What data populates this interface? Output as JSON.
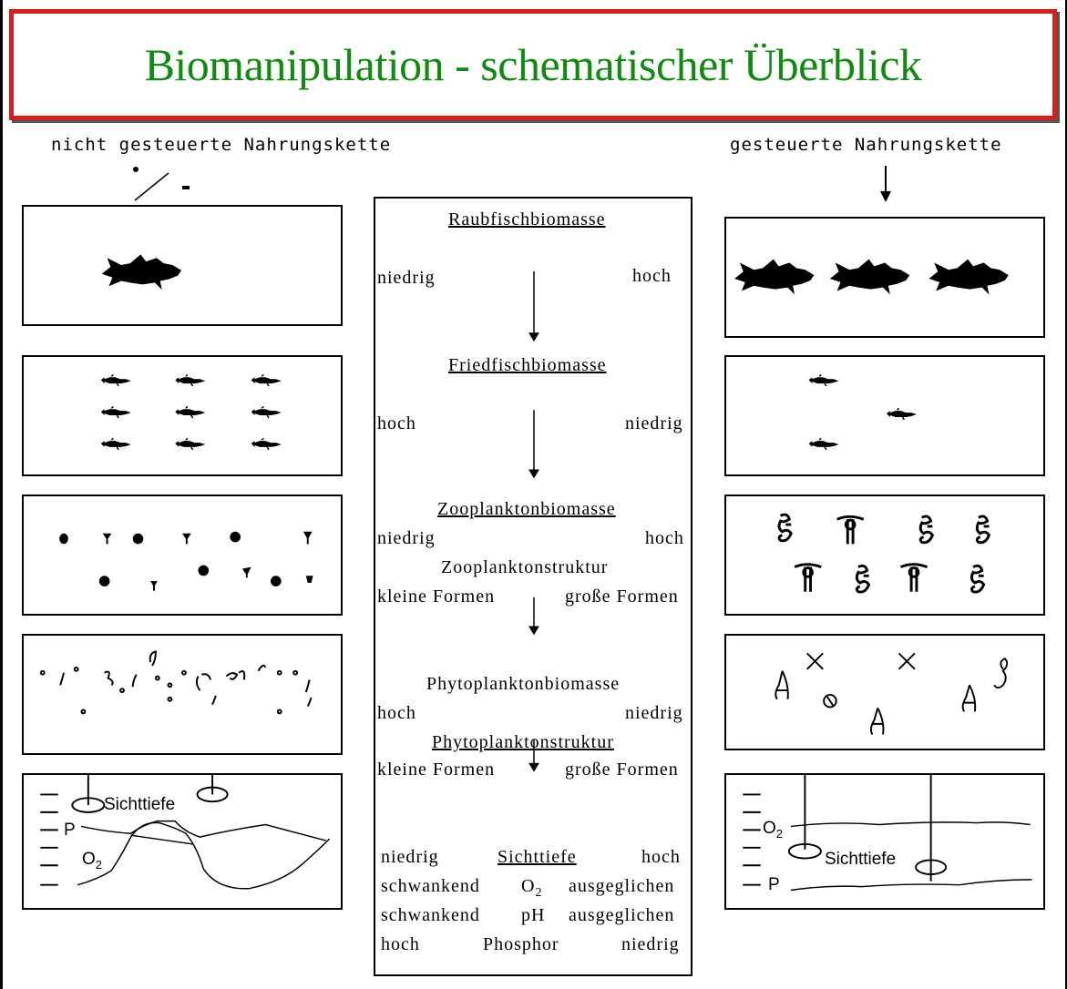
{
  "title": "Biomanipulation - schematischer Überblick",
  "headings": {
    "left": "nicht gesteuerte Nahrungskette",
    "right": "gesteuerte Nahrungskette"
  },
  "center": {
    "predator": {
      "label": "Raubfischbiomasse",
      "left": "niedrig",
      "right": "hoch"
    },
    "prey": {
      "label": "Friedfischbiomasse",
      "left": "hoch",
      "right": "niedrig"
    },
    "zoo": {
      "label": "Zooplanktonbiomasse",
      "left": "niedrig",
      "right": "hoch",
      "structure": "Zooplanktonstruktur",
      "left2": "kleine Formen",
      "right2": "große Formen"
    },
    "phyto": {
      "label": "Phytoplanktonbiomasse",
      "left": "hoch",
      "right": "niedrig",
      "structure": "Phytoplanktonstruktur",
      "left2": "kleine Formen",
      "right2": "große Formen"
    },
    "table": [
      {
        "left": "niedrig",
        "mid": "Sichttiefe",
        "right": "hoch"
      },
      {
        "left": "schwankend",
        "mid": "O",
        "mid_sub": "2",
        "right": "ausgeglichen"
      },
      {
        "left": "schwankend",
        "mid": "pH",
        "right": "ausgeglichen"
      },
      {
        "left": "hoch",
        "mid": "Phosphor",
        "right": "niedrig"
      }
    ]
  },
  "panel_labels": {
    "left": {
      "secchi": "Sichttiefe",
      "p": "P",
      "o2": "O",
      "o2_sub": "2"
    },
    "right": {
      "secchi": "Sichttiefe",
      "p": "P",
      "o2": "O",
      "o2_sub": "2"
    }
  }
}
